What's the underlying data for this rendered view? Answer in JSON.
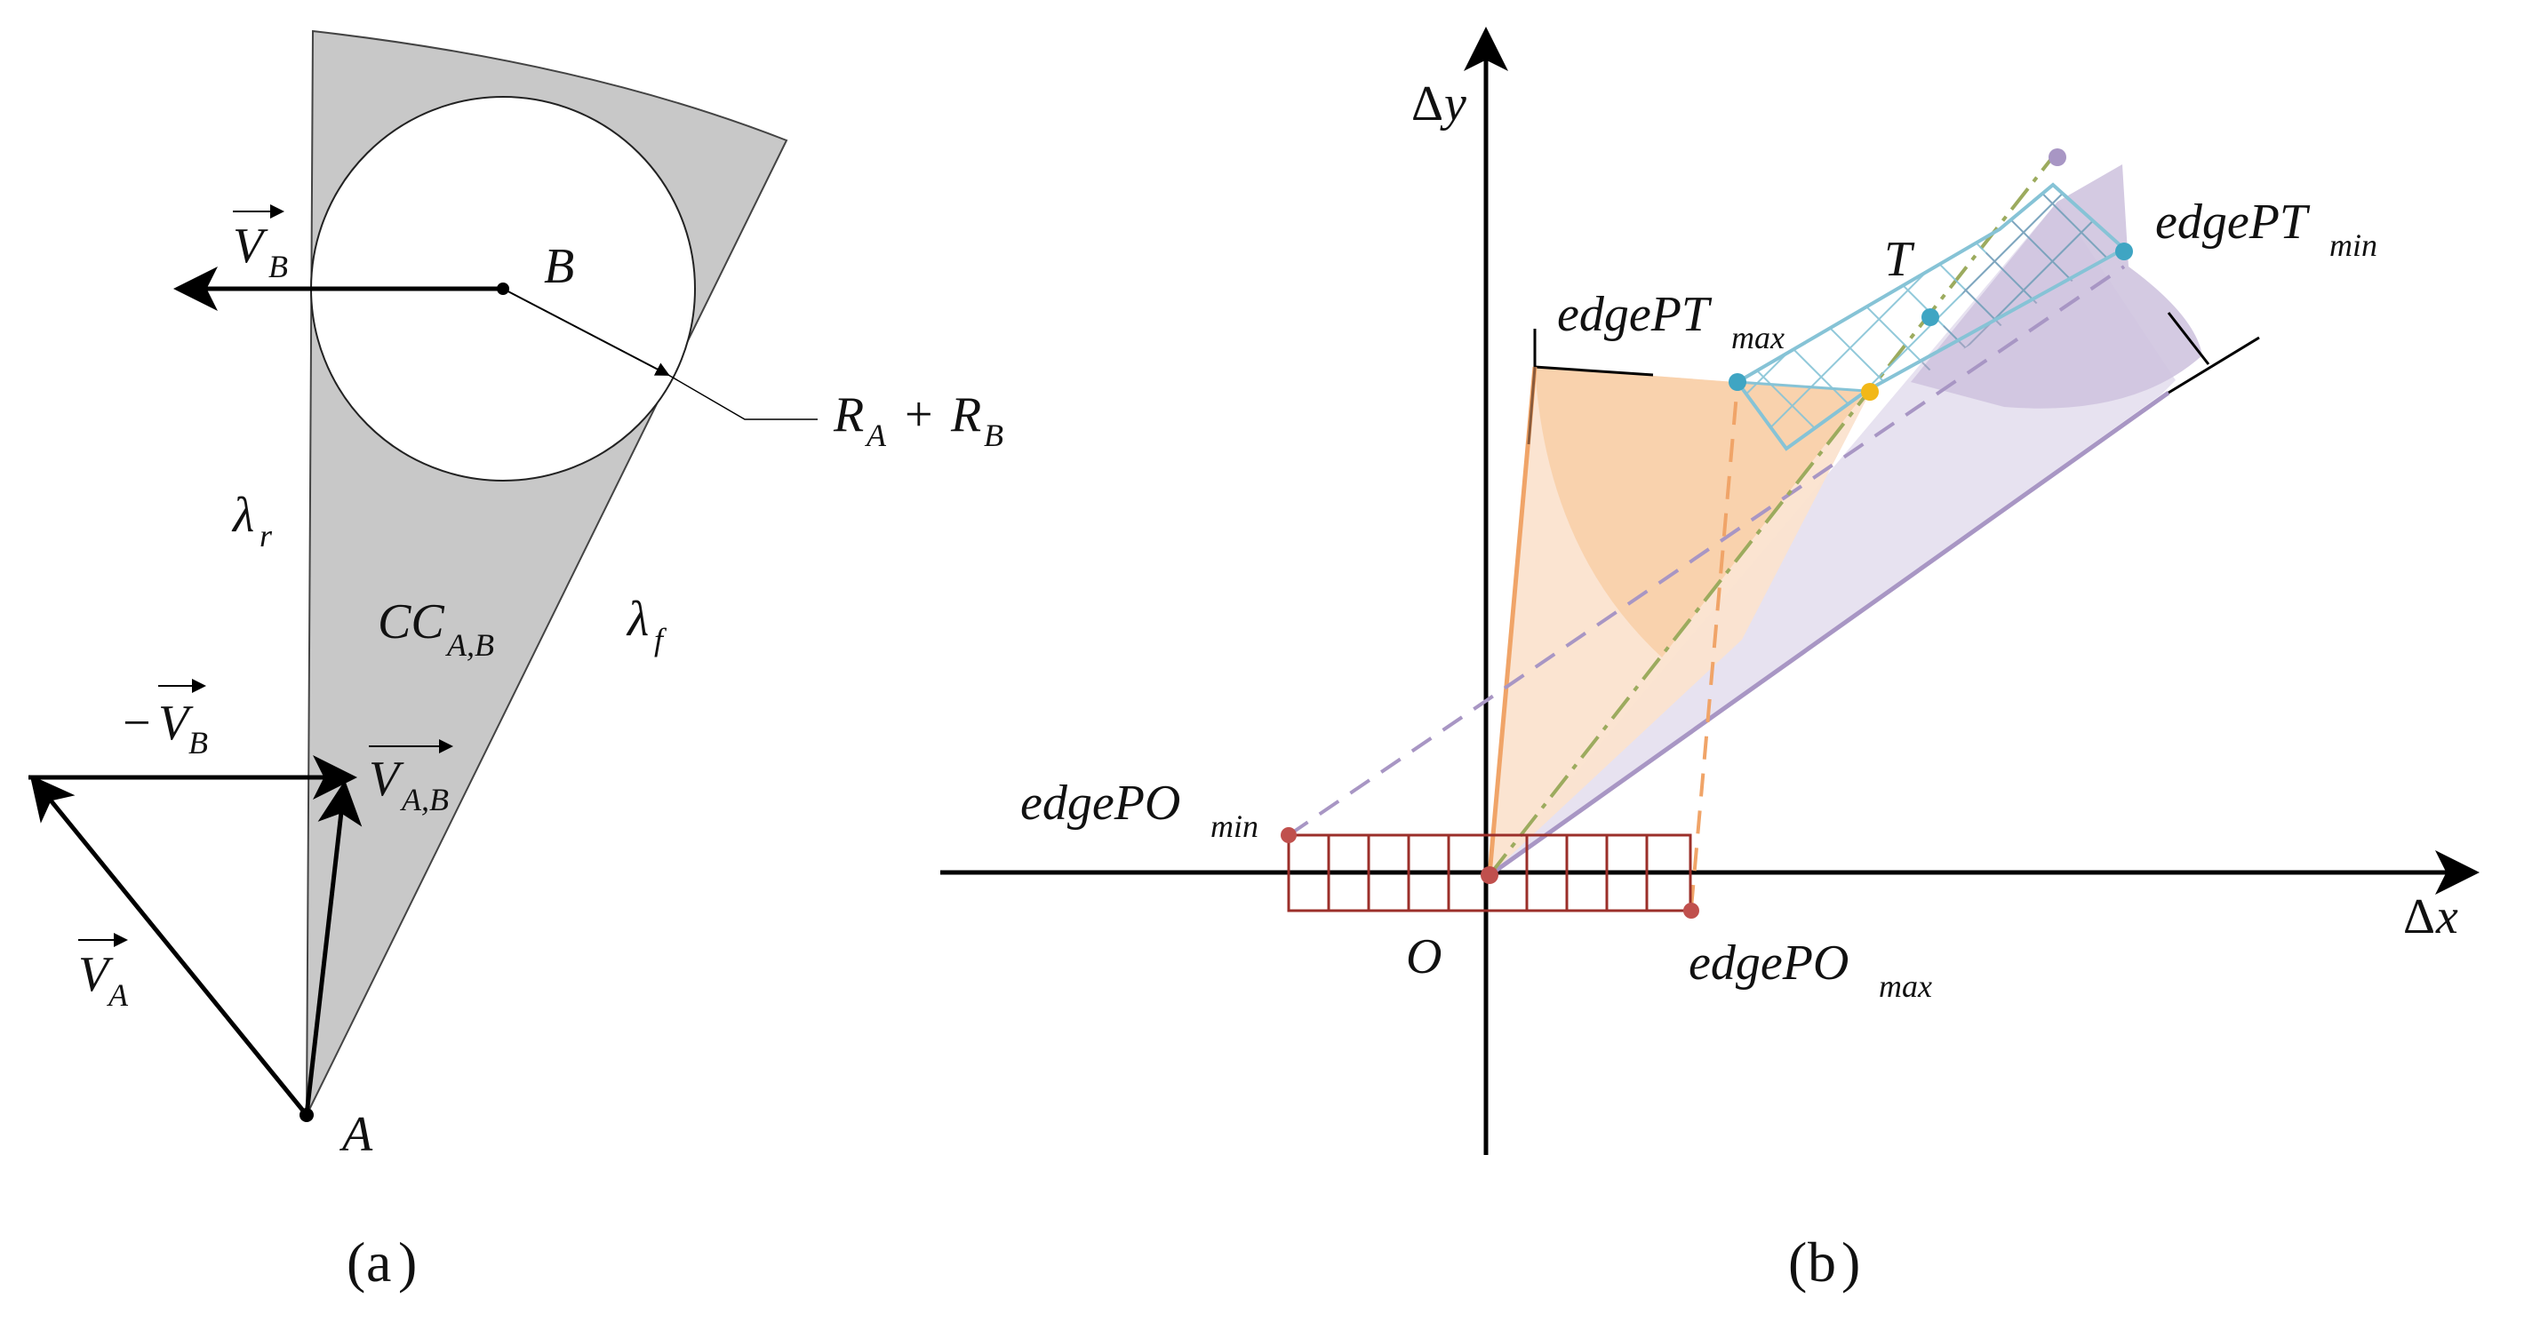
{
  "panel_a": {
    "caption_letter": "a",
    "labels": {
      "vb": "V",
      "vb_sub": "B",
      "b": "B",
      "ra": "R",
      "ra_sub": "A",
      "plus": "+",
      "rb": "R",
      "rb_sub": "B",
      "lambda_r": "λ",
      "lambda_r_sub": "r",
      "cc": "CC",
      "cc_sub": "A,B",
      "lambda_f": "λ",
      "lambda_f_sub": "f",
      "minus": "−",
      "neg_vb": "V",
      "neg_vb_sub": "B",
      "vab": "V",
      "vab_sub": "A,B",
      "va": "V",
      "va_sub": "A",
      "a": "A"
    }
  },
  "panel_b": {
    "caption_letter": "b",
    "labels": {
      "dy": "Δ",
      "dy_var": "y",
      "dx": "Δ",
      "dx_var": "x",
      "origin": "O",
      "t": "T",
      "edge_pt_max": "edgePT",
      "edge_pt_max_sub": "max",
      "edge_pt_min": "edgePT",
      "edge_pt_min_sub": "min",
      "edge_po_min": "edgePO",
      "edge_po_min_sub": "min",
      "edge_po_max": "edgePO",
      "edge_po_max_sub": "max"
    },
    "colors": {
      "orange": "#f0a468",
      "orange_fill": "#f8cfa9",
      "orange_light": "#fbe3cf",
      "purple": "#a896c4",
      "purple_fill": "#cfc4df",
      "purple_light": "#e6e0ef",
      "teal": "#86c3d6",
      "teal_dot": "#3fa5c3",
      "olive": "#9cab5e",
      "brick": "#9b2f2a",
      "brick_dot": "#c0504d",
      "yellow_dot": "#f2b818"
    }
  },
  "panel_a_colors": {
    "cone_fill": "#c8c8c8",
    "stroke": "#000000"
  }
}
